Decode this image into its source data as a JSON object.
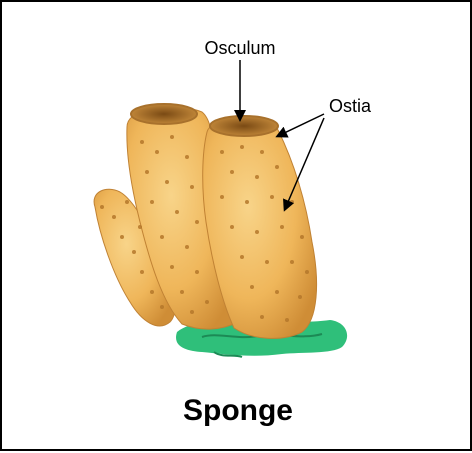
{
  "diagram": {
    "title": "Sponge",
    "labels": {
      "osculum": "Osculum",
      "ostia": "Ostia"
    },
    "colors": {
      "body": "#f0b95a",
      "body_shadow": "#d4923a",
      "body_highlight": "#f8d489",
      "base": "#2fbf7a",
      "pore": "#b5782b",
      "line": "#000000"
    }
  }
}
